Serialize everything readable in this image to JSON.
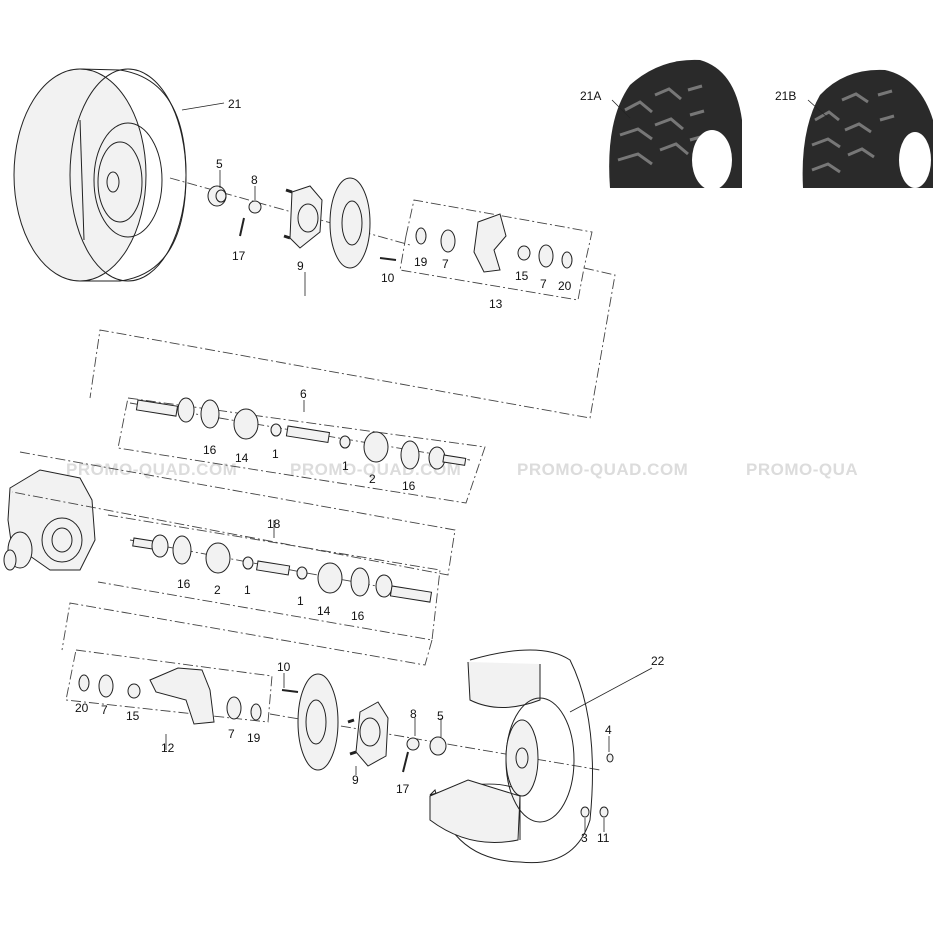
{
  "watermark": [
    "PROMO-QUAD.COM",
    "PROMO-QUAD.COM",
    "PROMO-QUAD.COM",
    "PROMO-QUA"
  ],
  "callouts": {
    "c21": "21",
    "c21a": "21A",
    "c21b": "21B",
    "c22": "22",
    "top_5": "5",
    "top_8": "8",
    "top_17": "17",
    "top_9": "9",
    "top_10": "10",
    "top_19": "19",
    "top_7a": "7",
    "top_15": "15",
    "top_7b": "7",
    "top_20": "20",
    "top_13": "13",
    "s6": "6",
    "s6_16a": "16",
    "s6_14": "14",
    "s6_1a": "1",
    "s6_1b": "1",
    "s6_2": "2",
    "s6_16b": "16",
    "s18": "18",
    "s18_16a": "16",
    "s18_2": "2",
    "s18_1a": "1",
    "s18_1b": "1",
    "s18_14": "14",
    "s18_16b": "16",
    "bot_10": "10",
    "bot_20": "20",
    "bot_7a": "7",
    "bot_15": "15",
    "bot_12": "12",
    "bot_7b": "7",
    "bot_19": "19",
    "bot_9": "9",
    "bot_8": "8",
    "bot_5": "5",
    "bot_17": "17",
    "bot_4": "4",
    "bot_3": "3",
    "bot_11": "11"
  }
}
